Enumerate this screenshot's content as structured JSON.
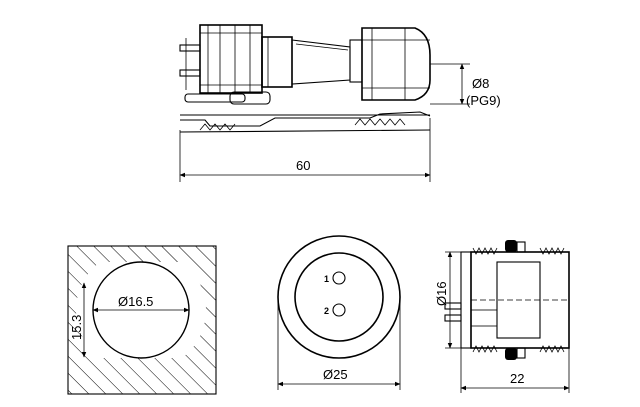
{
  "side_view": {
    "length_label": "60",
    "diameter_label": "Ø8",
    "gland_label": "(PG9)"
  },
  "panel_cutout": {
    "diameter_label": "Ø16.5",
    "flat_label": "15.3"
  },
  "front_face": {
    "diameter_label": "Ø25",
    "pins": [
      "1",
      "2"
    ]
  },
  "socket_side": {
    "thread_diameter_label": "Ø16",
    "length_label": "22"
  }
}
